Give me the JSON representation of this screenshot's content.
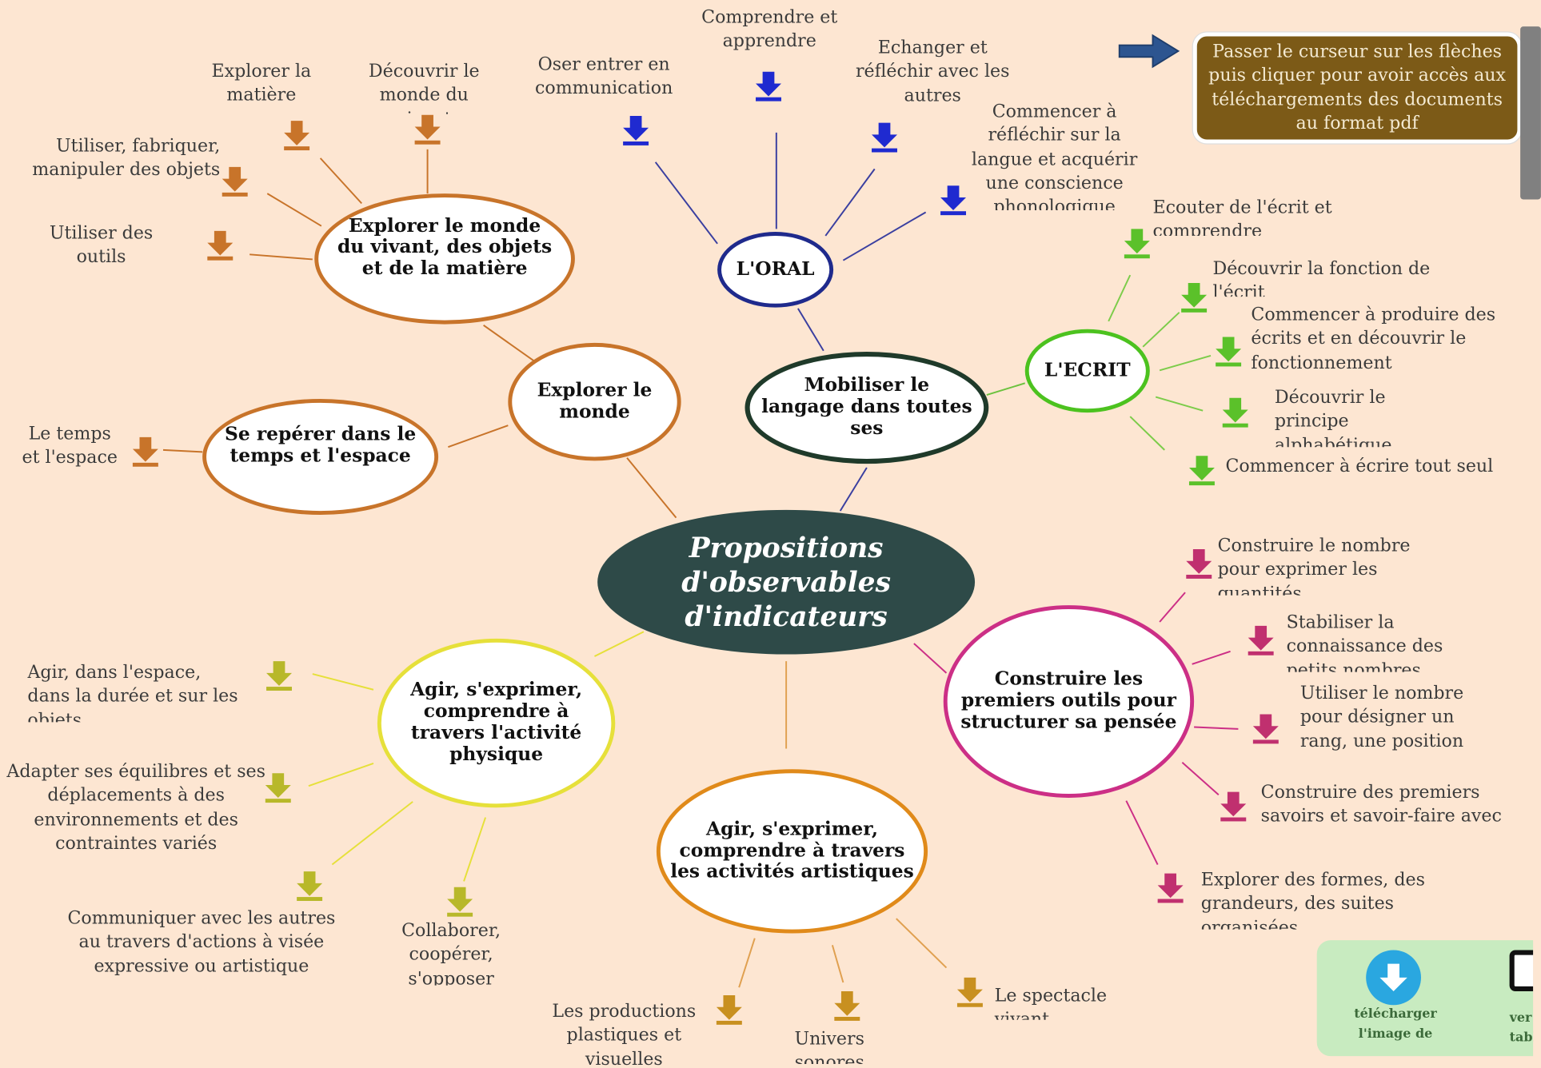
{
  "center": {
    "label": "Propositions d'observables d'indicateurs"
  },
  "info_panel": {
    "text": "Passer le curseur sur les flèches puis cliquer pour avoir accès aux téléchargements des documents au format pdf"
  },
  "download_widget": {
    "label": "télécharger l'image de",
    "label2": "ver tabl"
  },
  "colors": {
    "background": "#fde6d2",
    "center": "#2e4a48",
    "oral": "#1f2a8c",
    "ecrit": "#4cc21f",
    "langage": "#1f3a2a",
    "explorer": "#c8742a",
    "structurer": "#cc2f86",
    "physique": "#e6e03a",
    "artistique": "#e08a1a",
    "panel": "#7c5a17"
  },
  "nodes": {
    "langage": "Mobiliser le langage dans toutes ses",
    "oral": "L'ORAL",
    "ecrit": "L'ECRIT",
    "explorer_monde": "Explorer le monde",
    "vivant": "Explorer le monde du vivant, des objets et de la matière",
    "temps": "Se repérer dans le temps et l'espace",
    "structurer": "Construire les premiers outils pour structurer sa pensée",
    "physique": "Agir, s'exprimer, comprendre à travers l'activité physique",
    "artistique": "Agir, s'exprimer, comprendre à travers les activités artistiques"
  },
  "leaves": {
    "oral": [
      "Oser entrer en communication",
      "Comprendre et apprendre",
      "Echanger et réfléchir avec les autres",
      "Commencer à réfléchir sur la langue et acquérir une conscience phonologique"
    ],
    "ecrit": [
      "Ecouter de l'écrit et comprendre",
      "Découvrir la fonction de l'écrit",
      "Commencer à produire des écrits et en découvrir le fonctionnement",
      "Découvrir le principe alphabétique",
      "Commencer à écrire tout seul"
    ],
    "vivant": [
      "Explorer la matière",
      "Découvrir le monde du vivant",
      "Utiliser, fabriquer, manipuler des objets",
      "Utiliser des outils numériques"
    ],
    "temps": [
      "Le temps et l'espace"
    ],
    "structurer": [
      "Construire le nombre pour exprimer les quantités",
      "Stabiliser la connaissance des petits nombres",
      "Utiliser le nombre pour désigner un rang, une position",
      "Construire des premiers savoirs et savoir-faire avec rigueur",
      "Explorer des formes, des grandeurs, des suites organisées"
    ],
    "physique": [
      "Agir, dans l'espace, dans la durée et sur les objets",
      "Adapter ses équilibres et ses déplacements à des environnements et des contraintes variés",
      "Communiquer avec les autres au travers d'actions à visée expressive ou artistique",
      "Collaborer, coopérer, s'opposer"
    ],
    "artistique": [
      "Les productions plastiques et visuelles",
      "Univers sonores",
      "Le spectacle vivant"
    ]
  }
}
